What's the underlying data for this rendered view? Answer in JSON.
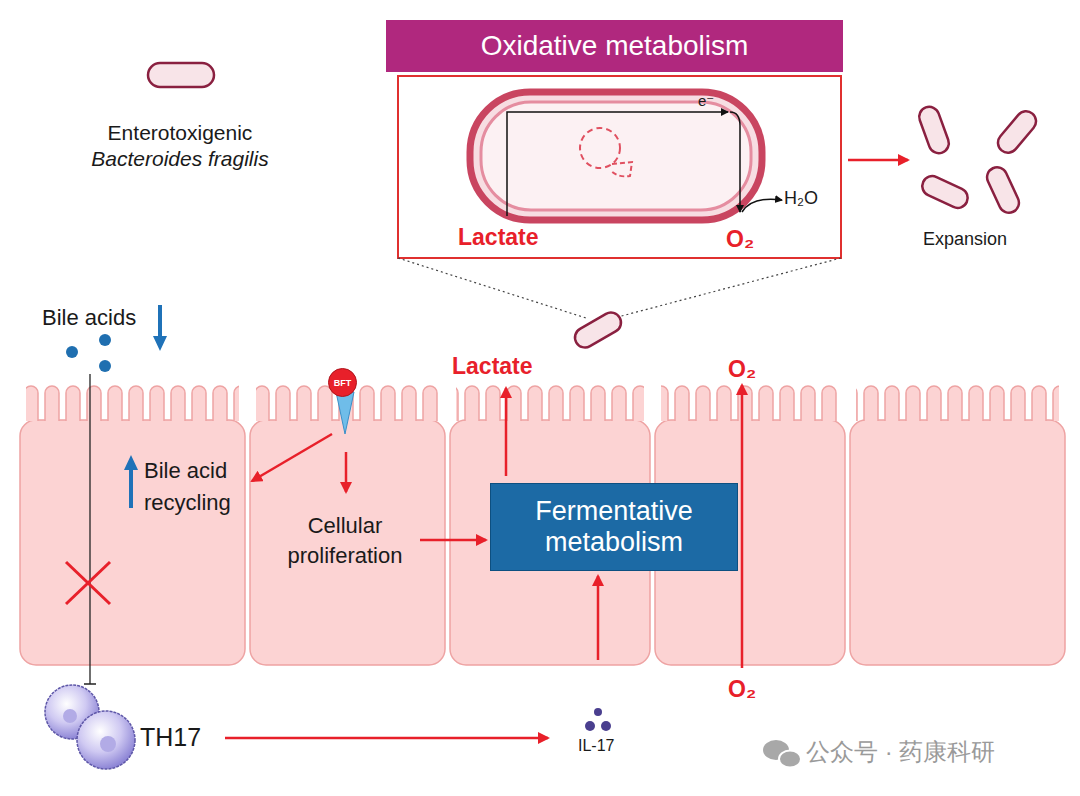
{
  "diagram": {
    "nodes": [
      {
        "text": [
          "Oxidative metabolism"
        ]
      },
      {
        "text": [
          "BFT"
        ]
      },
      {
        "text": [
          "Fermentative metabolism"
        ]
      }
    ],
    "labels": [
      "Enterotoxigenic",
      "Bacteroides fragilis",
      "e⁻",
      "Lactate",
      "O₂",
      "H₂O",
      "Expansion",
      "Bile acids",
      "Bile acid recycling",
      "Cellular proliferation",
      "Lactate",
      "O₂",
      "O₂",
      "TH17",
      "IL-17",
      "公众号 · 药康科研"
    ]
  }
}
